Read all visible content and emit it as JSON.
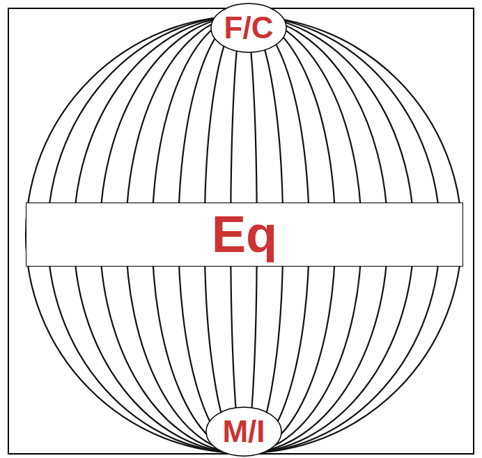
{
  "diagram": {
    "nodes": [
      {
        "text": [
          "F/C"
        ]
      },
      {
        "text": [
          "Eq"
        ]
      },
      {
        "text": [
          "M/I"
        ]
      }
    ]
  }
}
